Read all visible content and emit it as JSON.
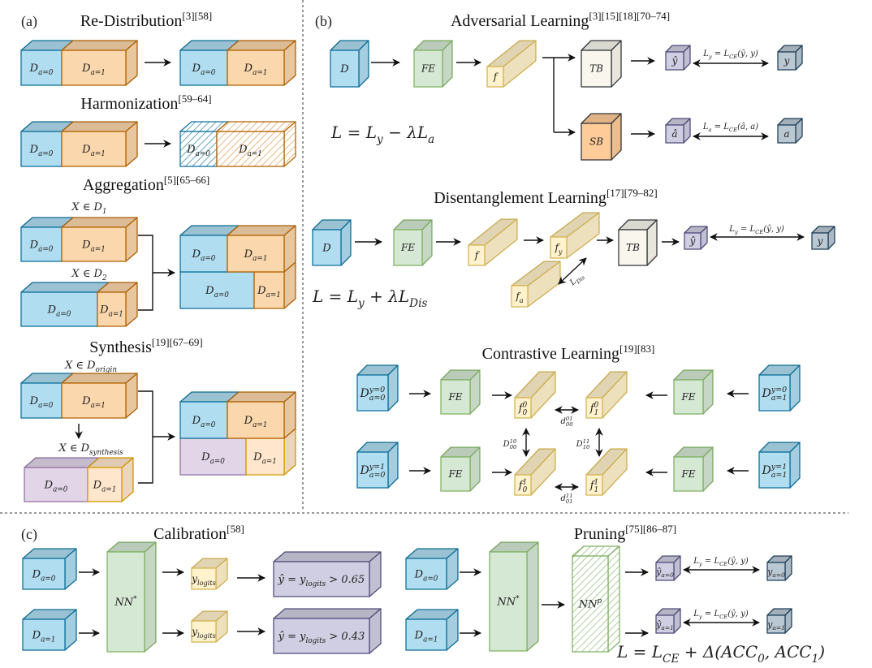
{
  "panels": {
    "a": "(a)",
    "b": "(b)",
    "c": "(c)"
  },
  "colors": {
    "blue": [
      "#b1ddf0",
      "#10739e"
    ],
    "orange": [
      "#fad7ac",
      "#b46504"
    ],
    "light_orange": [
      "#ffe6cc",
      "#d79b00"
    ],
    "synthetic_purple": [
      "#e1d5e7",
      "#9673a6"
    ],
    "green": [
      "#d5e8d4",
      "#82b366"
    ],
    "yellow": [
      "#fff2cc",
      "#d6b656"
    ],
    "task_branch": [
      "#f9f7ed",
      "#36393d"
    ],
    "sensitive_branch": [
      "#ffcc99",
      "#36393d"
    ],
    "prediction": [
      "#d0cee2",
      "#56517e"
    ],
    "target": [
      "#bac8d3",
      "#23445d"
    ]
  },
  "a": {
    "redistribution": {
      "title": "Re-Distribution",
      "refs": "[3][58]",
      "d0": [
        {
          "t": "D"
        },
        {
          "t": "a=0",
          "s": "sub"
        }
      ],
      "d1": [
        {
          "t": "D"
        },
        {
          "t": "a=1",
          "s": "sub"
        }
      ]
    },
    "harmonization": {
      "title": "Harmonization",
      "refs": "[59–64]",
      "d0": [
        {
          "t": "D"
        },
        {
          "t": "a=0",
          "s": "sub"
        }
      ],
      "d1": [
        {
          "t": "D"
        },
        {
          "t": "a=1",
          "s": "sub"
        }
      ]
    },
    "aggregation": {
      "title": "Aggregation",
      "refs": "[5][65–66]",
      "set1": [
        {
          "t": "X ∈ D"
        },
        {
          "t": "1",
          "s": "sub"
        }
      ],
      "set2": [
        {
          "t": "X ∈ D"
        },
        {
          "t": "2",
          "s": "sub"
        }
      ],
      "d0": [
        {
          "t": "D"
        },
        {
          "t": "a=0",
          "s": "sub"
        }
      ],
      "d1": [
        {
          "t": "D"
        },
        {
          "t": "a=1",
          "s": "sub"
        }
      ]
    },
    "synthesis": {
      "title": "Synthesis",
      "refs": "[19][67–69]",
      "origin": [
        {
          "t": "X ∈ D"
        },
        {
          "t": "origin",
          "s": "sub"
        }
      ],
      "synthesis": [
        {
          "t": "X ∈ D"
        },
        {
          "t": "synthesis",
          "s": "sub"
        }
      ],
      "d0": [
        {
          "t": "D"
        },
        {
          "t": "a=0",
          "s": "sub"
        }
      ],
      "d1": [
        {
          "t": "D"
        },
        {
          "t": "a=1",
          "s": "sub"
        }
      ]
    }
  },
  "b": {
    "adversarial": {
      "title": "Adversarial Learning",
      "refs": "[3][15][18][70–74]",
      "data": "D",
      "fe": "FE",
      "feature": "f",
      "tb": "TB",
      "sb": "SB",
      "y_hat": "ŷ",
      "y": "y",
      "a_hat": "â",
      "a": "a",
      "loss_y": [
        {
          "t": "L"
        },
        {
          "t": "y",
          "s": "sub"
        },
        {
          "t": " = L"
        },
        {
          "t": "CE",
          "s": "sub"
        },
        {
          "t": "(ŷ, y)"
        }
      ],
      "loss_a": [
        {
          "t": "L"
        },
        {
          "t": "a",
          "s": "sub"
        },
        {
          "t": " = L"
        },
        {
          "t": "CE",
          "s": "sub"
        },
        {
          "t": "(â, a)"
        }
      ],
      "objective": [
        {
          "t": "L = L"
        },
        {
          "t": "y",
          "s": "sub"
        },
        {
          "t": " − λL"
        },
        {
          "t": "a",
          "s": "sub"
        }
      ]
    },
    "disentanglement": {
      "title": "Disentanglement Learning",
      "refs": "[17][79–82]",
      "data": "D",
      "fe": "FE",
      "feature": "f",
      "tb": "TB",
      "f_y": [
        {
          "t": "f"
        },
        {
          "t": "y",
          "s": "sub"
        }
      ],
      "f_a": [
        {
          "t": "f"
        },
        {
          "t": "a",
          "s": "sub"
        }
      ],
      "loss_dis": [
        {
          "t": "L"
        },
        {
          "t": "Dis",
          "s": "sub"
        }
      ],
      "y_hat": "ŷ",
      "y": "y",
      "loss_y": [
        {
          "t": "L"
        },
        {
          "t": "y",
          "s": "sub"
        },
        {
          "t": " = L"
        },
        {
          "t": "CE",
          "s": "sub"
        },
        {
          "t": "(ŷ, y)"
        }
      ],
      "objective": [
        {
          "t": "L = L"
        },
        {
          "t": "y",
          "s": "sub"
        },
        {
          "t": " + λL"
        },
        {
          "t": "Dis",
          "s": "sub"
        }
      ]
    },
    "contrastive": {
      "title": "Contrastive Learning",
      "refs": "[19][83]",
      "fe": "FE",
      "d_y0_a0": [
        {
          "t": "D"
        },
        {
          "t": "y=0",
          "s": "sup"
        },
        {
          "t": "a=0",
          "s": "sub",
          "stack": true
        }
      ],
      "d_y0_a1": [
        {
          "t": "D"
        },
        {
          "t": "y=0",
          "s": "sup"
        },
        {
          "t": "a=1",
          "s": "sub",
          "stack": true
        }
      ],
      "d_y1_a0": [
        {
          "t": "D"
        },
        {
          "t": "y=1",
          "s": "sup"
        },
        {
          "t": "a=0",
          "s": "sub",
          "stack": true
        }
      ],
      "d_y1_a1": [
        {
          "t": "D"
        },
        {
          "t": "y=1",
          "s": "sup"
        },
        {
          "t": "a=1",
          "s": "sub",
          "stack": true
        }
      ],
      "f00": [
        {
          "t": "f"
        },
        {
          "t": "0",
          "s": "sup"
        },
        {
          "t": "0",
          "s": "sub",
          "stack": true
        }
      ],
      "f10": [
        {
          "t": "f"
        },
        {
          "t": "0",
          "s": "sup"
        },
        {
          "t": "1",
          "s": "sub",
          "stack": true
        }
      ],
      "f01": [
        {
          "t": "f"
        },
        {
          "t": "1",
          "s": "sup"
        },
        {
          "t": "0",
          "s": "sub",
          "stack": true
        }
      ],
      "f11": [
        {
          "t": "f"
        },
        {
          "t": "1",
          "s": "sup"
        },
        {
          "t": "1",
          "s": "sub",
          "stack": true
        }
      ],
      "dist_top": [
        {
          "t": "d"
        },
        {
          "t": "01",
          "s": "sup"
        },
        {
          "t": "00",
          "s": "sub",
          "stack": true
        }
      ],
      "dist_bottom": [
        {
          "t": "d"
        },
        {
          "t": "11",
          "s": "sup"
        },
        {
          "t": "01",
          "s": "sub",
          "stack": true
        }
      ],
      "dist_left": [
        {
          "t": "D"
        },
        {
          "t": "10",
          "s": "sup"
        },
        {
          "t": "00",
          "s": "sub",
          "stack": true
        }
      ],
      "dist_right": [
        {
          "t": "D"
        },
        {
          "t": "11",
          "s": "sup"
        },
        {
          "t": "10",
          "s": "sub",
          "stack": true
        }
      ]
    }
  },
  "c": {
    "calibration": {
      "title": "Calibration",
      "refs": "[58]",
      "d0": [
        {
          "t": "D"
        },
        {
          "t": "a=0",
          "s": "sub"
        }
      ],
      "d1": [
        {
          "t": "D"
        },
        {
          "t": "a=1",
          "s": "sub"
        }
      ],
      "model": [
        {
          "t": "NN"
        },
        {
          "t": "*",
          "s": "sup"
        }
      ],
      "logits": [
        {
          "t": "y"
        },
        {
          "t": "logits",
          "s": "sub"
        }
      ],
      "out0": [
        {
          "t": "ŷ = y"
        },
        {
          "t": "logits",
          "s": "sub"
        },
        {
          "t": " > 0.65"
        }
      ],
      "out1": [
        {
          "t": "ŷ = y"
        },
        {
          "t": "logits",
          "s": "sub"
        },
        {
          "t": " > 0.43"
        }
      ]
    },
    "pruning": {
      "title": "Pruning",
      "refs": "[75][86–87]",
      "d0": [
        {
          "t": "D"
        },
        {
          "t": "a=0",
          "s": "sub"
        }
      ],
      "d1": [
        {
          "t": "D"
        },
        {
          "t": "a=1",
          "s": "sub"
        }
      ],
      "model": [
        {
          "t": "NN"
        },
        {
          "t": "*",
          "s": "sup"
        }
      ],
      "pruned": [
        {
          "t": "NN"
        },
        {
          "t": "p",
          "s": "sup"
        }
      ],
      "yhat0": [
        {
          "t": "ŷ"
        },
        {
          "t": "a=0",
          "s": "sub"
        }
      ],
      "yhat1": [
        {
          "t": "ŷ"
        },
        {
          "t": "a=1",
          "s": "sub"
        }
      ],
      "y0": [
        {
          "t": "y"
        },
        {
          "t": "a=0",
          "s": "sub"
        }
      ],
      "y1": [
        {
          "t": "y"
        },
        {
          "t": "a=1",
          "s": "sub"
        }
      ],
      "loss": [
        {
          "t": "L"
        },
        {
          "t": "y",
          "s": "sub"
        },
        {
          "t": " = L"
        },
        {
          "t": "CE",
          "s": "sub"
        },
        {
          "t": "(ŷ, y)"
        }
      ],
      "objective": [
        {
          "t": "L = L"
        },
        {
          "t": "CE",
          "s": "sub"
        },
        {
          "t": " + Δ(ACC"
        },
        {
          "t": "0",
          "s": "sub"
        },
        {
          "t": ", ACC"
        },
        {
          "t": "1",
          "s": "sub"
        },
        {
          "t": ")"
        }
      ]
    }
  }
}
